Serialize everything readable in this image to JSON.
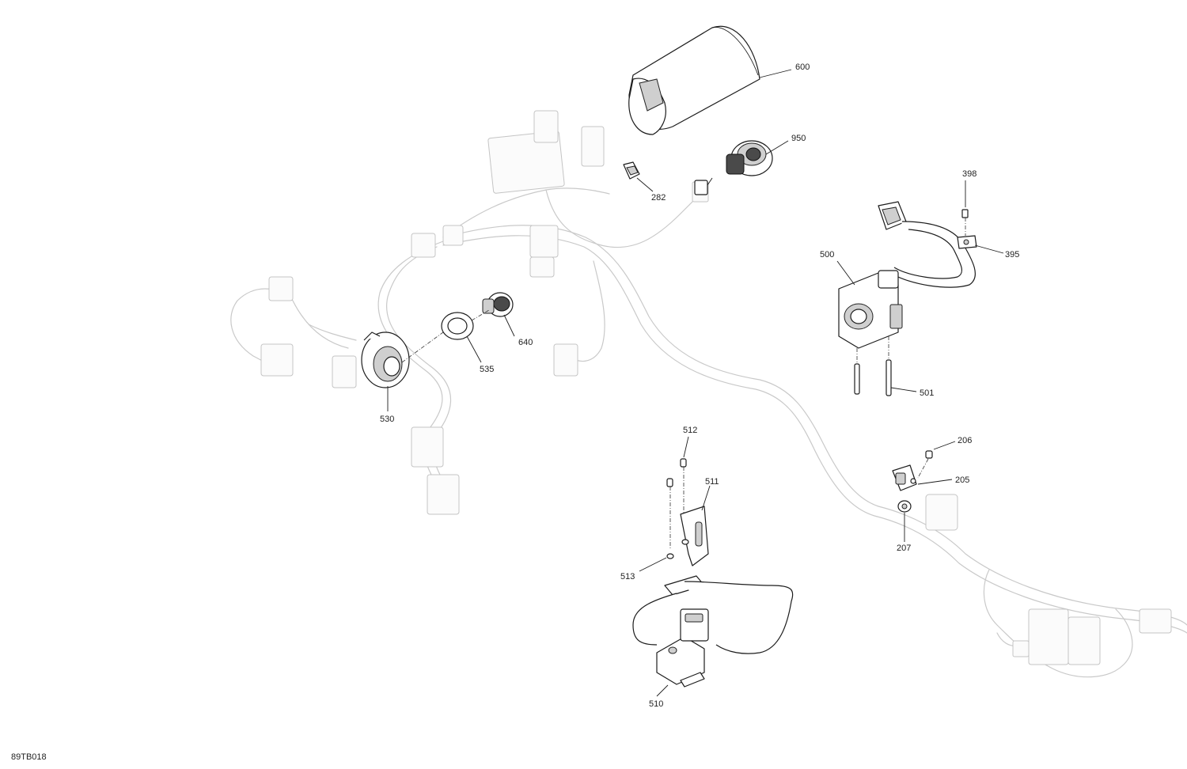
{
  "diagram_code": "89TB018",
  "callouts": [
    {
      "id": "c600",
      "text": "600"
    },
    {
      "id": "c950",
      "text": "950"
    },
    {
      "id": "c282",
      "text": "282"
    },
    {
      "id": "c398",
      "text": "398"
    },
    {
      "id": "c395",
      "text": "395"
    },
    {
      "id": "c500",
      "text": "500"
    },
    {
      "id": "c501",
      "text": "501"
    },
    {
      "id": "c640",
      "text": "640"
    },
    {
      "id": "c535",
      "text": "535"
    },
    {
      "id": "c530",
      "text": "530"
    },
    {
      "id": "c512",
      "text": "512"
    },
    {
      "id": "c511",
      "text": "511"
    },
    {
      "id": "c513",
      "text": "513"
    },
    {
      "id": "c510",
      "text": "510"
    },
    {
      "id": "c206",
      "text": "206"
    },
    {
      "id": "c205",
      "text": "205"
    },
    {
      "id": "c207",
      "text": "207"
    }
  ]
}
